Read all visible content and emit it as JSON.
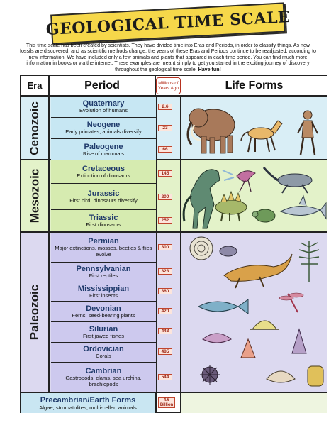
{
  "title": "GEOLOGICAL TIME SCALE",
  "intro": {
    "text": "This time scale has been created by scientists. They have divided time into Eras and Periods, in order to classify things. As new fossils are discovered, and as scientific methods change, the years of these Eras and Periods continue to be readjusted, according to new information. We have included only a few animals and plants that appeared in each time period. You can find much more information in books or via the internet. These examples are meant simply to get you started in the exciting journey of discovery throughout the geological time scale.",
    "emphasis": "Have fun!"
  },
  "headers": {
    "era": "Era",
    "period": "Period",
    "mya": "Millions of Years Ago",
    "life": "Life Forms"
  },
  "eras": {
    "cenozoic": "Cenozoic",
    "mesozoic": "Mesozoic",
    "paleozoic": "Paleozoic"
  },
  "periods": [
    {
      "name": "Quaternary",
      "desc": "Evolution of humans",
      "mya": "2.6"
    },
    {
      "name": "Neogene",
      "desc": "Early primates, animals diversify",
      "mya": "23"
    },
    {
      "name": "Paleogene",
      "desc": "Rise of mammals",
      "mya": "66"
    },
    {
      "name": "Cretaceous",
      "desc": "Extinction of dinosaurs",
      "mya": "145"
    },
    {
      "name": "Jurassic",
      "desc": "First bird, dinosaurs diversify",
      "mya": "200"
    },
    {
      "name": "Triassic",
      "desc": "First dinosaurs",
      "mya": "252"
    },
    {
      "name": "Permian",
      "desc": "Major extinctions, mosses, beetles & flies evolve",
      "mya": "300"
    },
    {
      "name": "Pennsylvanian",
      "desc": "First reptiles",
      "mya": "323"
    },
    {
      "name": "Mississippian",
      "desc": "First insects",
      "mya": "360"
    },
    {
      "name": "Devonian",
      "desc": "Ferns, seed-bearing plants",
      "mya": "420"
    },
    {
      "name": "Silurian",
      "desc": "First jawed fishes",
      "mya": "443"
    },
    {
      "name": "Ordovician",
      "desc": "Corals",
      "mya": "485"
    },
    {
      "name": "Cambrian",
      "desc": "Gastropods, clams, sea urchins, brachiopods",
      "mya": "544"
    }
  ],
  "precambrian": {
    "name": "Precambrian/Earth Forms",
    "desc": "Algae, stromatolites, multi-celled animals",
    "mya": "4.6 Billion"
  },
  "colors": {
    "banner": "#f6d84a",
    "cenozoic": "#d9eef6",
    "mesozoic": "#e3f2c9",
    "paleozoic": "#dcd9f0",
    "period_name": "#1f3a6b",
    "mya_accent": "#c0452e"
  },
  "icons": [
    "mammoth-icon",
    "horse-icon",
    "human-icon",
    "t-rex-icon",
    "archaeopteryx-icon",
    "plesiosaur-icon",
    "stegosaurus-icon",
    "shark-icon",
    "turtle-icon",
    "ammonite-icon",
    "trilobite-icon",
    "amphibian-icon",
    "dragonfly-icon",
    "fish-icon",
    "fern-icon",
    "snail-icon",
    "brachiopod-icon",
    "coral-icon",
    "sea-urchin-icon",
    "clam-icon",
    "stromatolite-icon"
  ]
}
